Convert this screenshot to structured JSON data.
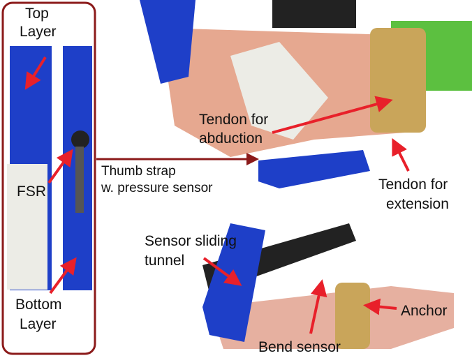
{
  "labels": {
    "top_layer_1": "Top",
    "top_layer_2": "Layer",
    "fsr": "FSR",
    "bottom_layer_1": "Bottom",
    "bottom_layer_2": "Layer",
    "thumb_strap_1": "Thumb strap",
    "thumb_strap_2": "w. pressure sensor",
    "tendon_abduction_1": "Tendon for",
    "tendon_abduction_2": "abduction",
    "tendon_extension_1": "Tendon for",
    "tendon_extension_2": "extension",
    "sliding_tunnel_1": "Sensor sliding",
    "sliding_tunnel_2": "tunnel",
    "anchor": "Anchor",
    "bend_sensor": "Bend sensor"
  },
  "colors": {
    "frame": "#8b1a1a",
    "arrow": "#e8202a",
    "strap_blue": "#1e3fc8",
    "velcro": "#ecece6",
    "skin": "#e6a890",
    "felt": "#c9a55a",
    "green_tape": "#5cc040"
  }
}
